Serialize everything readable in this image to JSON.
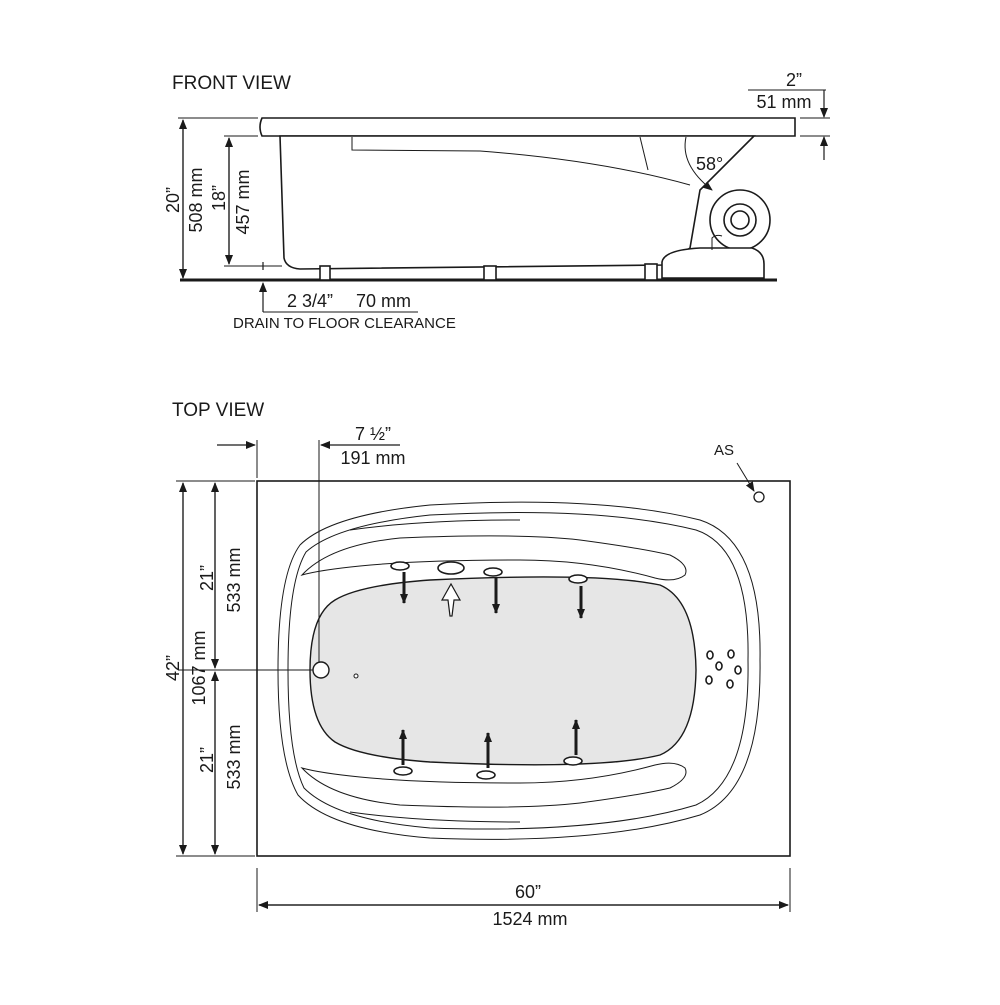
{
  "front_view": {
    "title": "FRONT VIEW",
    "rim": {
      "imperial": "2”",
      "metric": "51 mm"
    },
    "overall_height": {
      "imperial": "20”",
      "metric": "508 mm"
    },
    "water_depth": {
      "imperial": "18”",
      "metric": "457 mm"
    },
    "angle": "58°",
    "drain_clearance": {
      "imperial": "2 3/4”",
      "metric": "70 mm",
      "label": "DRAIN TO FLOOR CLEARANCE"
    }
  },
  "top_view": {
    "title": "TOP VIEW",
    "drain_offset": {
      "imperial": "7 ½”",
      "metric": "191 mm"
    },
    "air_switch": "AS",
    "width": {
      "imperial": "42”",
      "metric": "1067 mm"
    },
    "half_top": {
      "imperial": "21”",
      "metric": "533 mm"
    },
    "half_bottom": {
      "imperial": "21”",
      "metric": "533 mm"
    },
    "length": {
      "imperial": "60”",
      "metric": "1524 mm"
    }
  }
}
